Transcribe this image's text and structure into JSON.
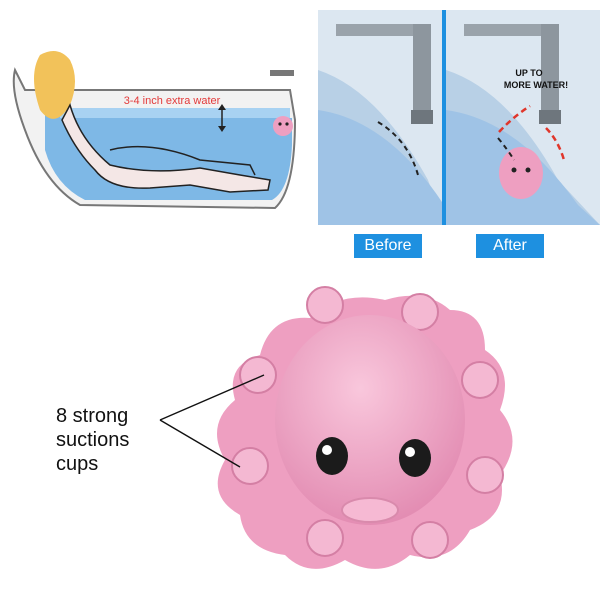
{
  "bath": {
    "extra_water_label": "3-4 inch extra water"
  },
  "comparison": {
    "before_label": "Before",
    "after_label": "After",
    "callout_line1": "UP TO",
    "callout_line2": "MORE WATER!"
  },
  "product": {
    "suction_label_lines": [
      "8 strong",
      "suctions",
      "cups"
    ]
  },
  "colors": {
    "pink": "#ee9fc1",
    "water_blue": "#7eb8e6",
    "badge_blue": "#1e90e0",
    "dash_red": "#e0362b"
  }
}
